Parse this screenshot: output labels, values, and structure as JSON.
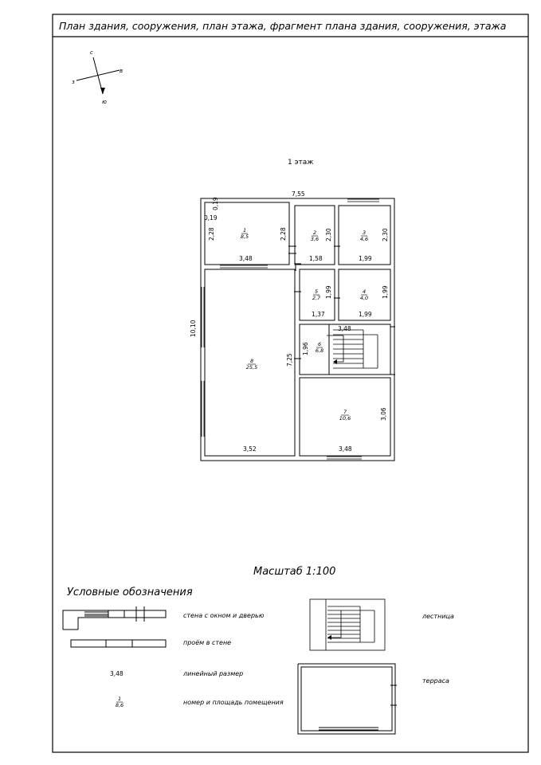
{
  "header": {
    "title": "План здания, сооружения, план этажа, фрагмент плана здания, сооружения, этажа"
  },
  "compass": {
    "north": "с",
    "south": "ю",
    "east": "в",
    "west": "з"
  },
  "floor": {
    "label": "1 этаж"
  },
  "dimensions": {
    "overall_width": "7,55",
    "overall_height": "10,10",
    "wall": "0,19",
    "wall_v": "0,19",
    "d_228_left": "2,28",
    "d_228_right": "2,28",
    "d_348_top": "3,48",
    "d_230_r2": "2,30",
    "d_230_r3": "2,30",
    "d_158": "1,58",
    "d_199_r3": "1,99",
    "d_199_r5": "1,99",
    "d_199_r4v": "1,99",
    "d_137": "1,37",
    "d_199_r4": "1,99",
    "d_348_stairs": "3,48",
    "d_196": "1,96",
    "d_725": "7,25",
    "d_352": "3,52",
    "d_348_bottom": "3,48",
    "d_306": "3,06"
  },
  "rooms": [
    {
      "num": "1",
      "area": "8,5"
    },
    {
      "num": "2",
      "area": "3,6"
    },
    {
      "num": "3",
      "area": "4,6"
    },
    {
      "num": "5",
      "area": "2,7"
    },
    {
      "num": "4",
      "area": "4,0"
    },
    {
      "num": "6",
      "area": "6,8"
    },
    {
      "num": "8",
      "area": "25,5"
    },
    {
      "num": "7",
      "area": "10,6"
    }
  ],
  "scale": {
    "label": "Масштаб 1:100"
  },
  "legend": {
    "title": "Условные обозначения",
    "wall_window_door": "стена с окном и дверью",
    "opening": "проём в стене",
    "linear_dim": "линейный размер",
    "linear_dim_example": "3,48",
    "room_label": "номер и площадь помещения",
    "room_example_num": "1",
    "room_example_area": "8,6",
    "stairs": "лестница",
    "terrace": "терраса"
  }
}
